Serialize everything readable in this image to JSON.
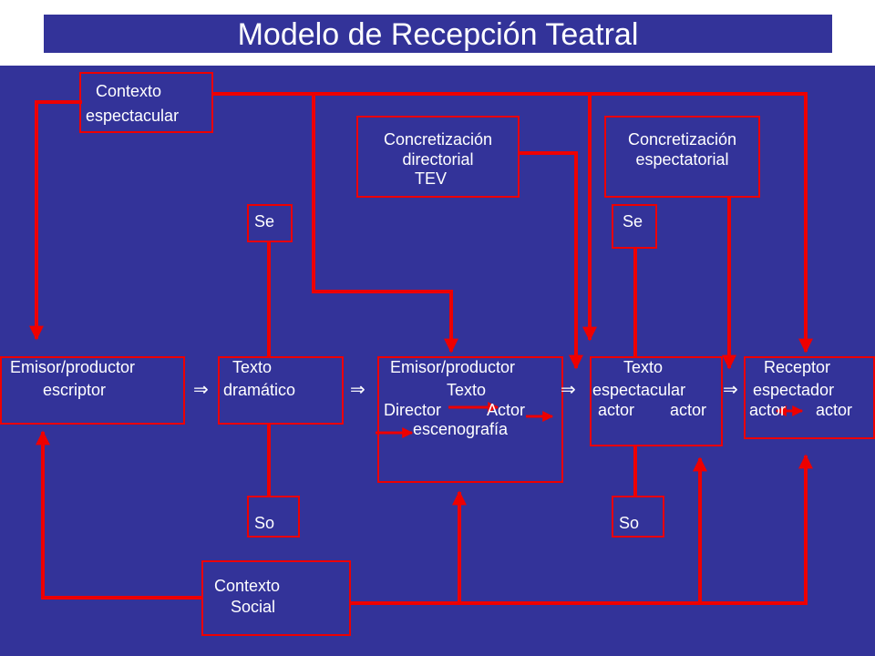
{
  "title": "Modelo de Recepción Teatral",
  "colors": {
    "background": "#333399",
    "line": "#ee0000",
    "text": "#ffffff"
  },
  "arrow_glyph": "⇒",
  "nodes": {
    "contexto_espectacular": [
      "Contexto",
      "espectacular"
    ],
    "concretizacion_directorial": [
      "Concretización",
      "directorial",
      "TEV"
    ],
    "concretizacion_espectatorial": [
      "Concretización",
      "espectatorial"
    ],
    "se_left": "Se",
    "se_right": "Se",
    "emisor_escriptor": [
      "Emisor/productor",
      "escriptor"
    ],
    "texto_dramatico": [
      "Texto",
      "dramático"
    ],
    "emisor_director": {
      "line1": "Emisor/productor",
      "line2": "Texto",
      "director": "Director",
      "actor": "Actor",
      "escenografia": "escenografía"
    },
    "texto_espectacular": {
      "line1": "Texto",
      "line2": "espectacular",
      "actor_a": "actor",
      "actor_b": "actor"
    },
    "receptor": {
      "line1": "Receptor",
      "line2": "espectador",
      "actor_a": "actor",
      "actor_b": "actor"
    },
    "so_left": "So",
    "so_right": "So",
    "contexto_social": [
      "Contexto",
      "Social"
    ]
  }
}
